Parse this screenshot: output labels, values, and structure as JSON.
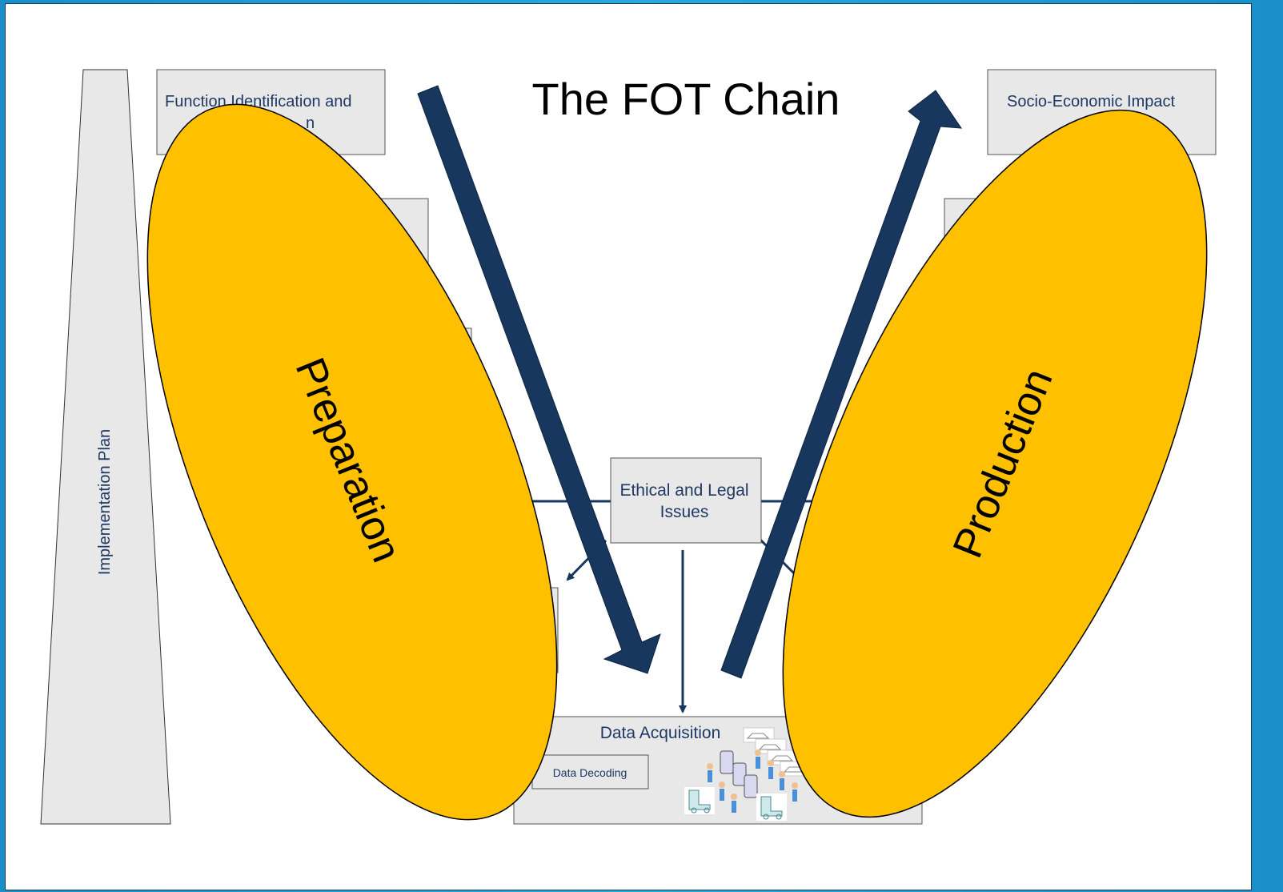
{
  "title": "The FOT Chain",
  "implementation_plan": "Implementation Plan",
  "boxes": {
    "function_identification": "Function Identification and",
    "function_identification_line2": "n",
    "socio_economic_impact": "Socio-Economic Impact",
    "ethical_legal_line1": "Ethical and Legal",
    "ethical_legal_line2": "Issues",
    "data_acquisition": "Data Acquisition",
    "data_decoding": "Data Decoding"
  },
  "ellipses": {
    "left": "Preparation",
    "right": "Production"
  },
  "colors": {
    "ellipse_fill": "#ffc000",
    "arrow_navy": "#17375e",
    "box_fill": "#e8e8e8",
    "text_blue": "#1f3864"
  }
}
